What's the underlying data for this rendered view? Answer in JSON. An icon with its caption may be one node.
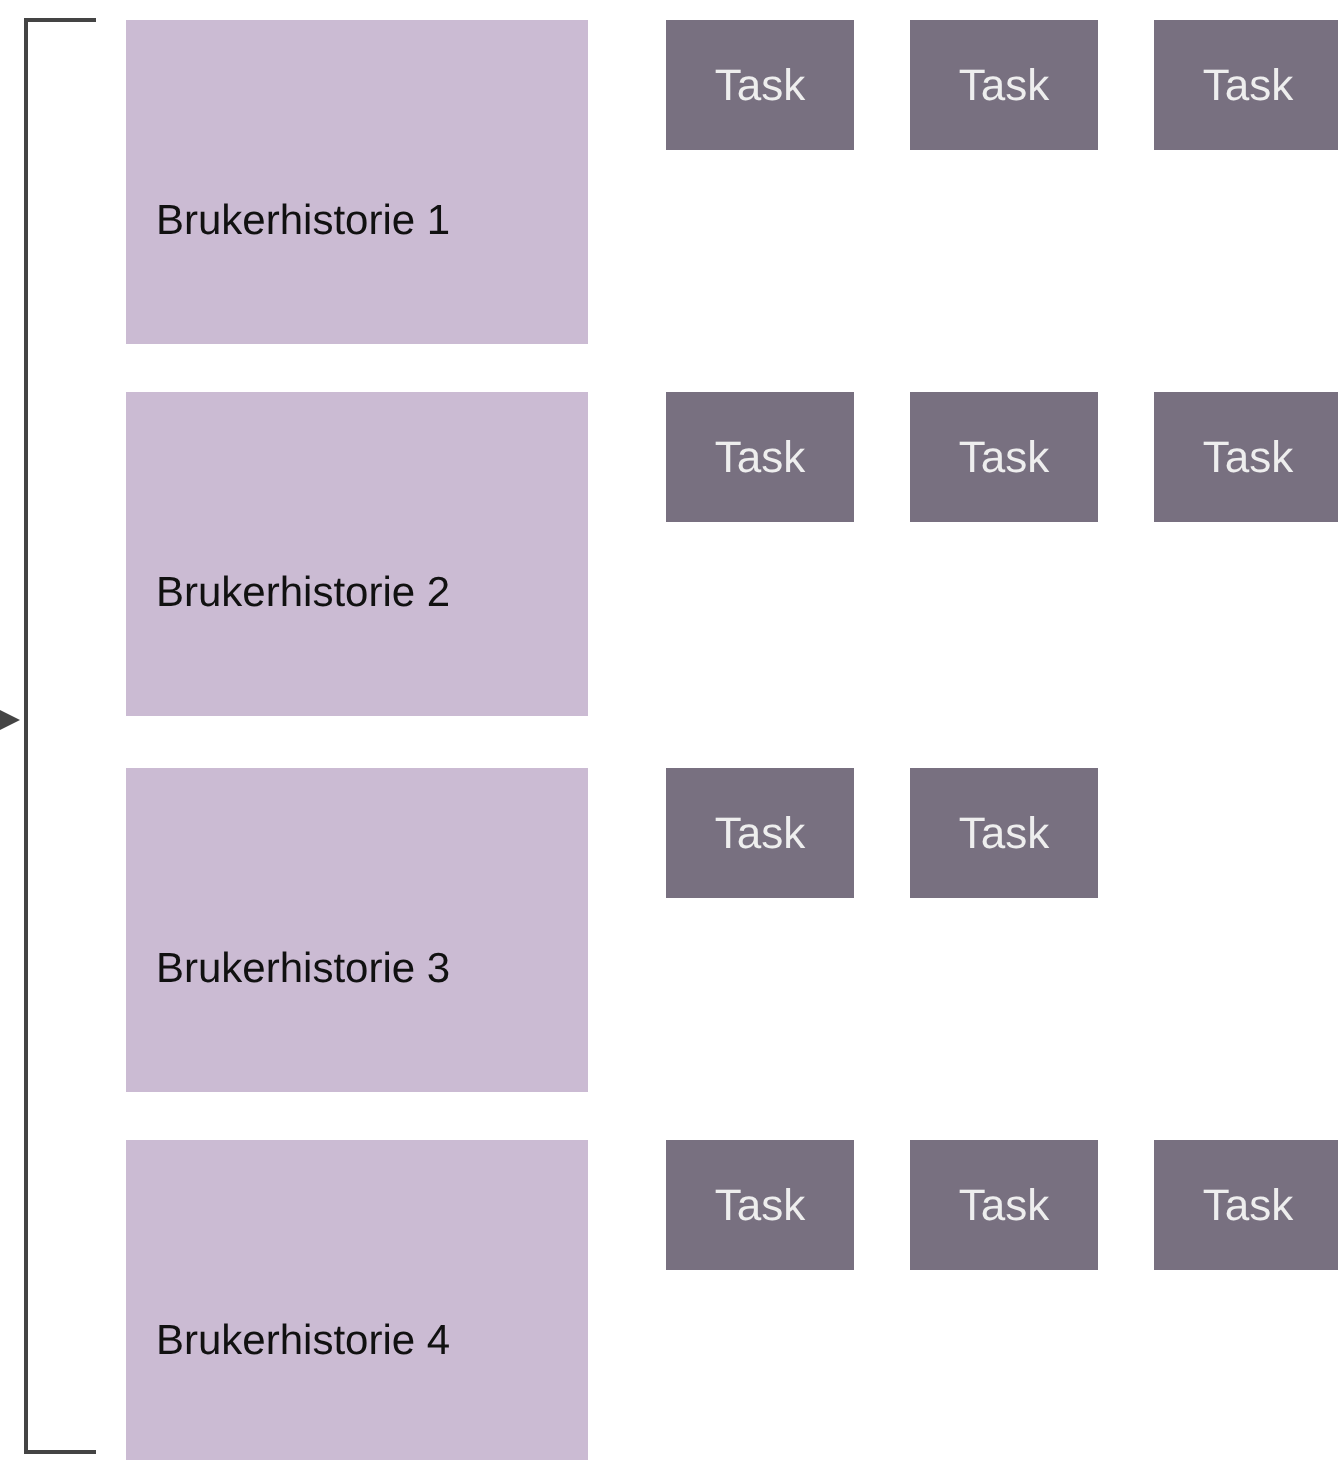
{
  "diagram": {
    "nodes": [
      {
        "text": [
          "Brukerhistorie 1"
        ]
      },
      {
        "text": [
          "Task"
        ]
      },
      {
        "text": [
          "Task"
        ]
      },
      {
        "text": [
          "Task"
        ]
      },
      {
        "text": [
          "Brukerhistorie 2"
        ]
      },
      {
        "text": [
          "Task"
        ]
      },
      {
        "text": [
          "Task"
        ]
      },
      {
        "text": [
          "Task"
        ]
      },
      {
        "text": [
          "Brukerhistorie 3"
        ]
      },
      {
        "text": [
          "Task"
        ]
      },
      {
        "text": [
          "Task"
        ]
      },
      {
        "text": [
          "Brukerhistorie 4"
        ]
      },
      {
        "text": [
          "Task"
        ]
      },
      {
        "text": [
          "Task"
        ]
      },
      {
        "text": [
          "Task"
        ]
      }
    ]
  }
}
